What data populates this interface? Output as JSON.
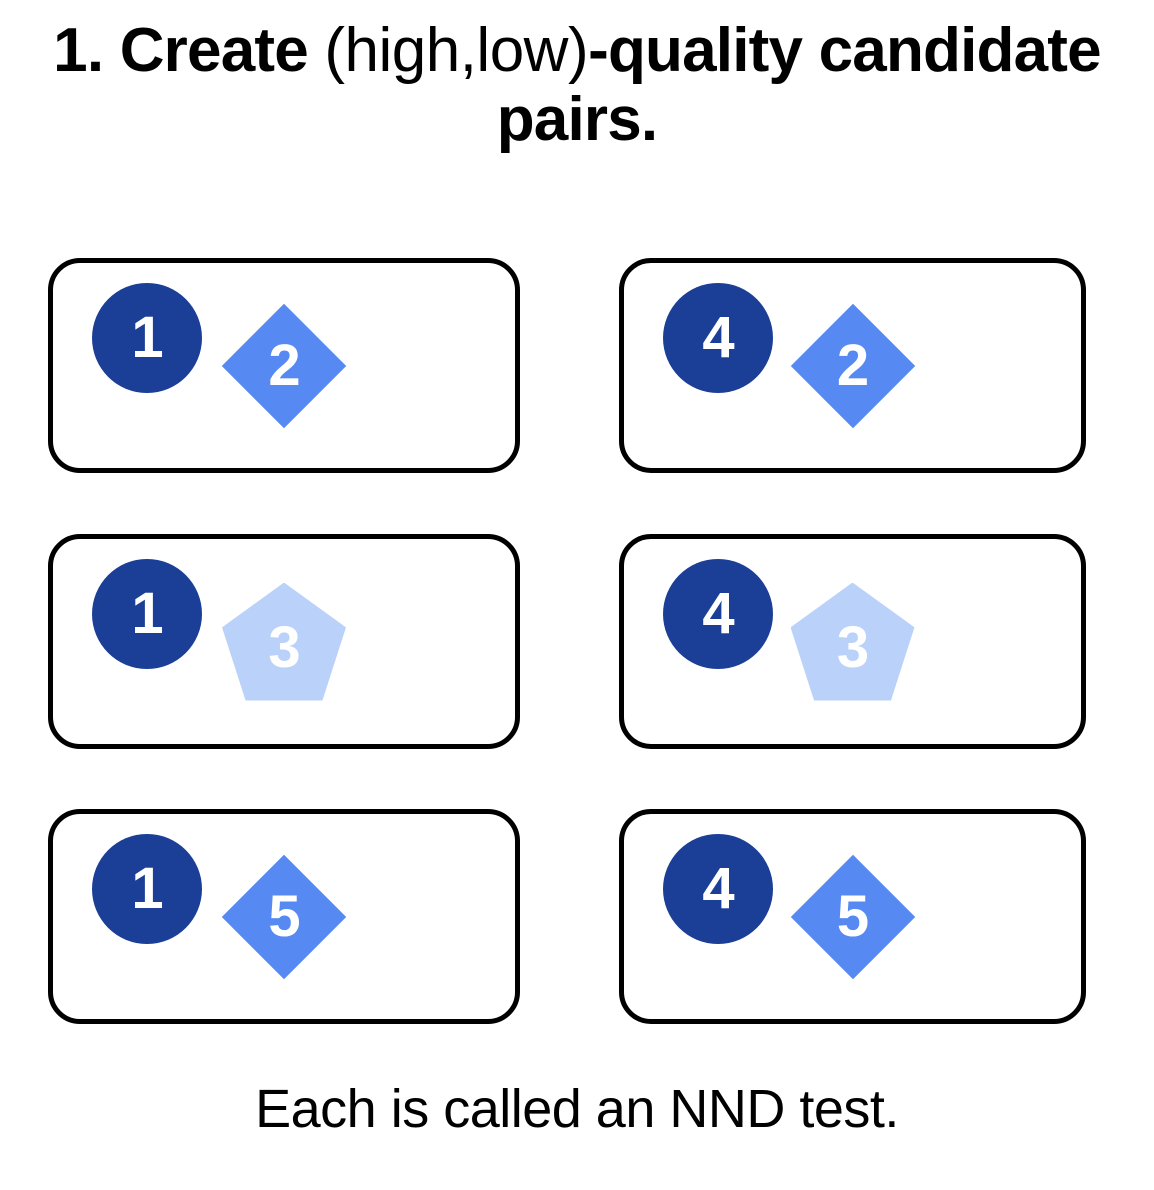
{
  "title": {
    "prefix": "1. Create ",
    "emphasis": "(high,low)",
    "suffix": "-quality candidate pairs."
  },
  "caption": "Each is called an NND test.",
  "palette": {
    "anchor_circle": "#1B3E96",
    "diamond": "#5689F2",
    "pentagon": "#BAD2FA",
    "card_border": "#000000",
    "background": "#FFFFFF",
    "glyph_text": "#FFFFFF"
  },
  "cards": [
    {
      "id": "pair-1-2",
      "column": "left",
      "row": 1,
      "anchor": {
        "label": "1",
        "shape": "circle",
        "color": "#1B3E96"
      },
      "candidate": {
        "label": "2",
        "shape": "diamond",
        "color": "#5689F2"
      }
    },
    {
      "id": "pair-4-2",
      "column": "right",
      "row": 1,
      "anchor": {
        "label": "4",
        "shape": "circle",
        "color": "#1B3E96"
      },
      "candidate": {
        "label": "2",
        "shape": "diamond",
        "color": "#5689F2"
      }
    },
    {
      "id": "pair-1-3",
      "column": "left",
      "row": 2,
      "anchor": {
        "label": "1",
        "shape": "circle",
        "color": "#1B3E96"
      },
      "candidate": {
        "label": "3",
        "shape": "pentagon",
        "color": "#BAD2FA"
      }
    },
    {
      "id": "pair-4-3",
      "column": "right",
      "row": 2,
      "anchor": {
        "label": "4",
        "shape": "circle",
        "color": "#1B3E96"
      },
      "candidate": {
        "label": "3",
        "shape": "pentagon",
        "color": "#BAD2FA"
      }
    },
    {
      "id": "pair-1-5",
      "column": "left",
      "row": 3,
      "anchor": {
        "label": "1",
        "shape": "circle",
        "color": "#1B3E96"
      },
      "candidate": {
        "label": "5",
        "shape": "diamond",
        "color": "#5689F2"
      }
    },
    {
      "id": "pair-4-5",
      "column": "right",
      "row": 3,
      "anchor": {
        "label": "4",
        "shape": "circle",
        "color": "#1B3E96"
      },
      "candidate": {
        "label": "5",
        "shape": "diamond",
        "color": "#5689F2"
      }
    }
  ]
}
